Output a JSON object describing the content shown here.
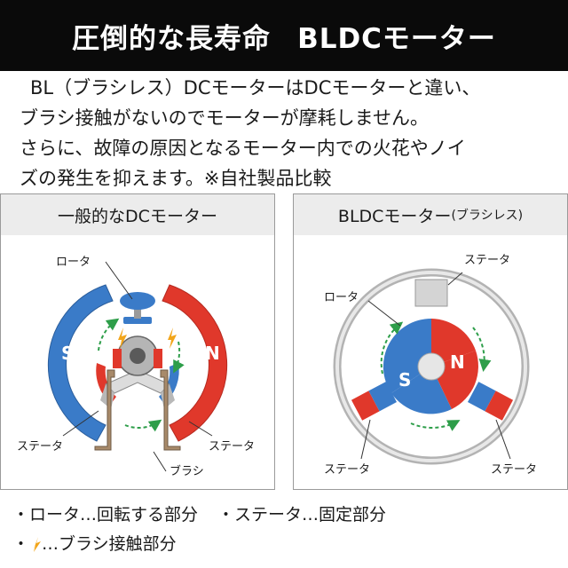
{
  "banner": {
    "title_left": "圧倒的な長寿命",
    "title_right": "BLDCモーター"
  },
  "intro": {
    "line1": "BL（ブラシレス）DCモーターはDCモーターと違い、",
    "line2": "ブラシ接触がないのでモーターが摩耗しません。",
    "line3": "さらに、故障の原因となるモーター内での火花やノイ",
    "line4": "ズの発生を抑えます。※自社製品比較"
  },
  "left_panel": {
    "title": "一般的なDCモーター",
    "rotor_label": "ロータ",
    "stator_left_label": "ステータ",
    "stator_right_label": "ステータ",
    "brush_label": "ブラシ",
    "pole_s": "S",
    "pole_n": "N"
  },
  "right_panel": {
    "title_main": "BLDCモーター",
    "title_sub": "(ブラシレス)",
    "stator_top_label": "ステータ",
    "rotor_label": "ロータ",
    "stator_left_label": "ステータ",
    "stator_right_label": "ステータ",
    "pole_s": "S",
    "pole_n": "N"
  },
  "legend": {
    "rotor_desc": "・ロータ…回転する部分",
    "stator_desc": "・ステータ…固定部分",
    "bullet": "・",
    "spark_desc": "…ブラシ接触部分",
    "spark_icon": "spark-icon"
  },
  "colors": {
    "banner_bg": "#0a0a0a",
    "magnet_blue": "#3a7bc8",
    "magnet_red": "#e0382b",
    "arrow_green": "#2e9e4a",
    "brush_brown": "#a88a6a",
    "spark_orange": "#f2a51a"
  }
}
